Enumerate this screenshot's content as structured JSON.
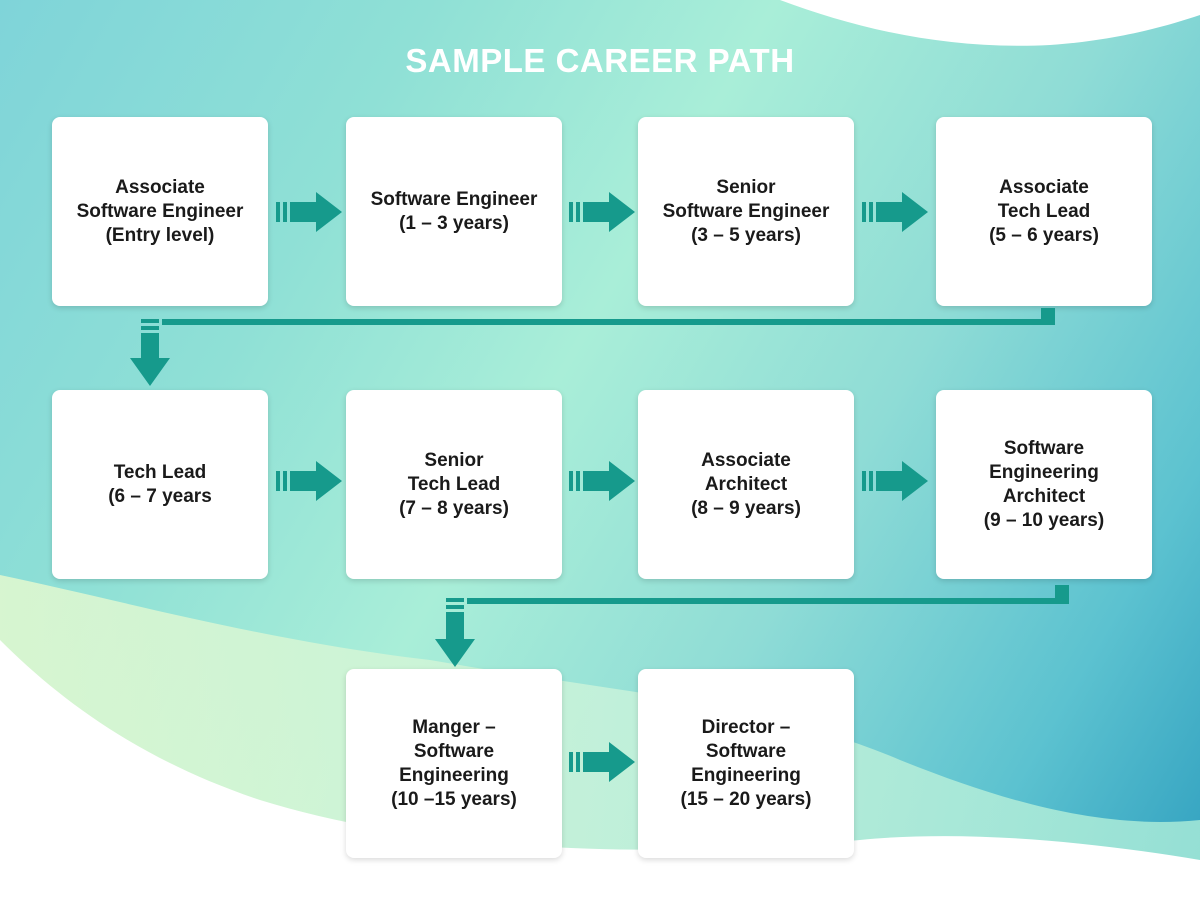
{
  "title": "SAMPLE CAREER PATH",
  "colors": {
    "arrow": "#169a8c",
    "box": "#ffffff",
    "title": "#ffffff"
  },
  "steps": [
    {
      "label": "Associate\nSoftware Engineer\n(Entry level)"
    },
    {
      "label": "Software Engineer\n(1 – 3 years)"
    },
    {
      "label": "Senior\nSoftware Engineer\n(3 – 5 years)"
    },
    {
      "label": "Associate\nTech Lead\n(5 – 6 years)"
    },
    {
      "label": "Tech Lead\n(6 – 7 years"
    },
    {
      "label": "Senior\nTech Lead\n(7 – 8 years)"
    },
    {
      "label": "Associate\nArchitect\n(8 – 9 years)"
    },
    {
      "label": "Software\nEngineering\nArchitect\n(9 – 10 years)"
    },
    {
      "label": "Manger –\nSoftware\nEngineering\n(10 –15 years)"
    },
    {
      "label": "Director –\nSoftware\nEngineering\n(15 – 20 years)"
    }
  ]
}
